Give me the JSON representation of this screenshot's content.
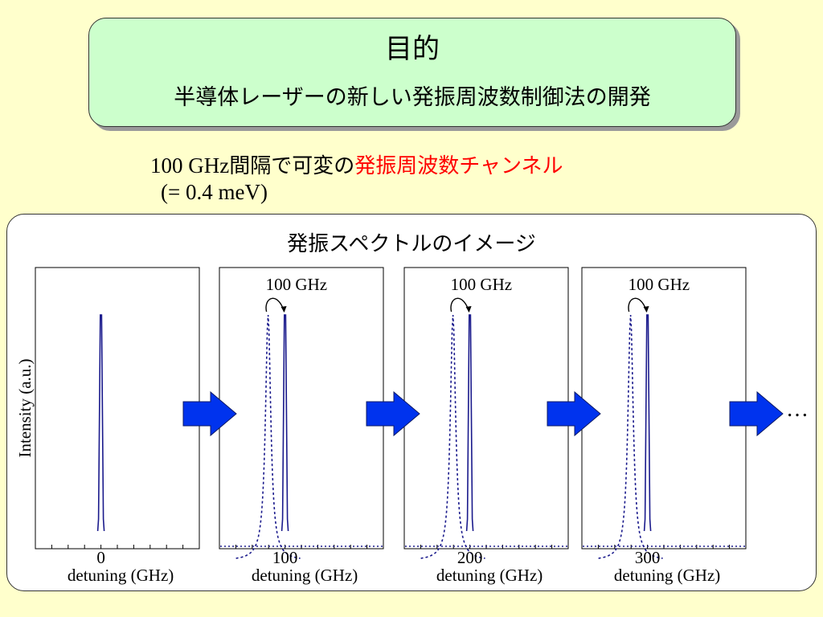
{
  "title": {
    "main": "目的",
    "sub": "半導体レーザーの新しい発振周波数制御法の開発"
  },
  "spacing": {
    "prefix": "100 GHz",
    "middle": "間隔で可変の",
    "highlight": "発振周波数チャンネル",
    "energy": "(= 0.4 meV)",
    "highlight_color": "#ff0000"
  },
  "spectrum": {
    "title": "発振スペクトルのイメージ",
    "ylabel": "Intensity (a.u.)",
    "xlabel": "detuning (GHz)",
    "shift_label": "100 GHz",
    "ellipsis": "…",
    "line_color": "#1a1a8c",
    "arrow_color": "#0033ee",
    "panels": [
      {
        "tick": "0",
        "peak": 0,
        "previous": null
      },
      {
        "tick": "100",
        "peak": 100,
        "previous": 0
      },
      {
        "tick": "200",
        "peak": 200,
        "previous": 100
      },
      {
        "tick": "300",
        "peak": 300,
        "previous": 200
      }
    ]
  }
}
